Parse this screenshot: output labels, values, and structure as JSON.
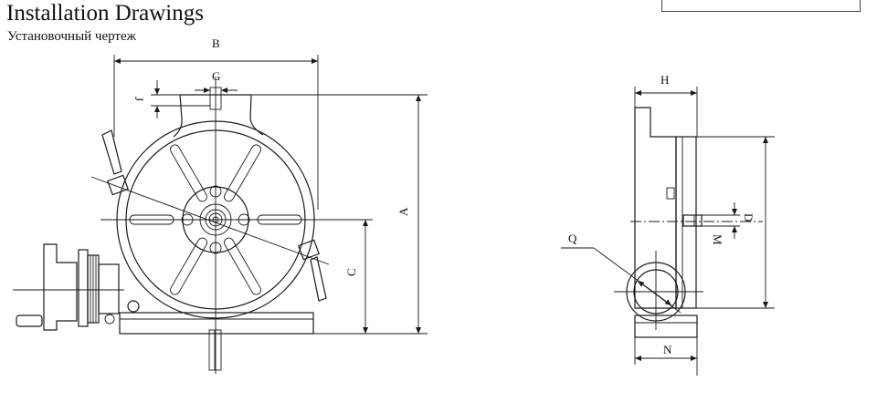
{
  "header": {
    "title": "Installation Drawings",
    "subtitle": "Установочный чертеж"
  },
  "labels": {
    "A": "A",
    "B": "B",
    "C": "C",
    "D": "D",
    "G": "G",
    "H": "H",
    "J": "J",
    "M": "M",
    "N": "N",
    "Q": "Q"
  }
}
